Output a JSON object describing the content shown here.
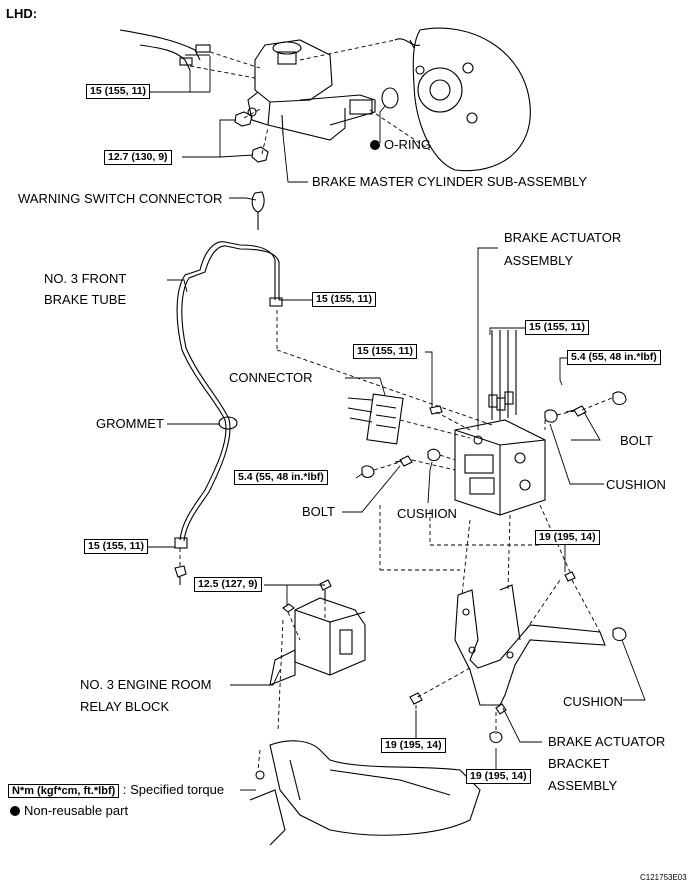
{
  "header": {
    "variant": "LHD:"
  },
  "labels": {
    "o_ring": "O-RING",
    "brake_master_cylinder": "BRAKE MASTER CYLINDER SUB-ASSEMBLY",
    "warning_switch_connector": "WARNING SWITCH CONNECTOR",
    "front_brake_tube_1": "NO. 3 FRONT",
    "front_brake_tube_2": "BRAKE TUBE",
    "grommet": "GROMMET",
    "connector": "CONNECTOR",
    "brake_actuator_1": "BRAKE ACTUATOR",
    "brake_actuator_2": "ASSEMBLY",
    "bolt_right": "BOLT",
    "cushion_right": "CUSHION",
    "bolt_left": "BOLT",
    "cushion_left": "CUSHION",
    "cushion_lower": "CUSHION",
    "relay_block_1": "NO. 3 ENGINE ROOM",
    "relay_block_2": "RELAY BLOCK",
    "bracket_1": "BRAKE ACTUATOR",
    "bracket_2": "BRACKET",
    "bracket_3": "ASSEMBLY"
  },
  "torques": {
    "master_cyl_lines": "15 (155, 11)",
    "master_cyl_nuts": "12.7 (130, 9)",
    "front_tube_upper": "15 (155, 11)",
    "actuator_inlet": "15 (155, 11)",
    "actuator_lines": "15 (155, 11)",
    "actuator_bolt_right": "5.4 (55, 48 in.*lbf)",
    "actuator_bolt_left": "5.4 (55, 48 in.*lbf)",
    "front_tube_lower": "15 (155, 11)",
    "relay_block": "12.5 (127, 9)",
    "bracket_upper": "19 (195, 14)",
    "bracket_left": "19 (195, 14)",
    "bracket_lower": "19 (195, 14)"
  },
  "legend": {
    "unit_box": "N*m (kgf*cm, ft.*lbf)",
    "torque_text": ": Specified torque",
    "non_reusable": "Non-reusable part"
  },
  "figure_code": "C121753E03"
}
